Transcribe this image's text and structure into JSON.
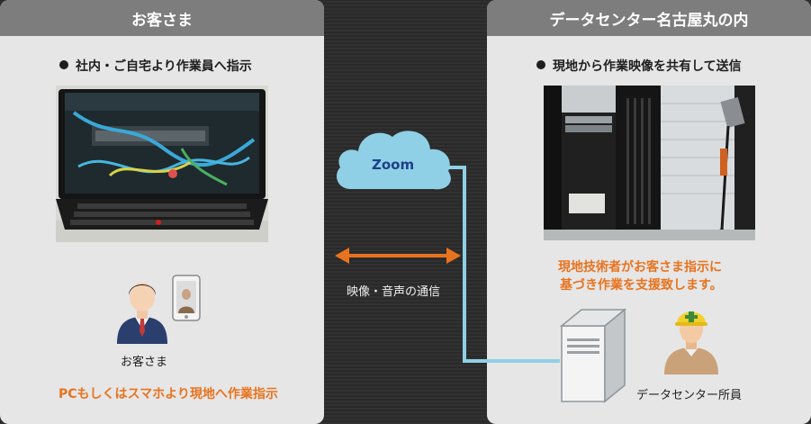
{
  "left_panel": {
    "title": "お客さま",
    "bullet": "社内・ご自宅より作業員へ指示",
    "person_label": "お客さま",
    "footer": "PCもしくはスマホより現地へ作業指示"
  },
  "right_panel": {
    "title": "データセンター名古屋丸の内",
    "bullet": "現地から作業映像を共有して送信",
    "instruction_line1": "現地技術者がお客さま指示に",
    "instruction_line2": "基づき作業を支援致します。",
    "worker_label": "データセンター所員"
  },
  "center": {
    "cloud_label": "Zoom",
    "comm_label": "映像・音声の通信"
  },
  "colors": {
    "accent_orange": "#e8731e",
    "cloud_blue": "#8fd0e6",
    "connector_blue": "#8fd0e6",
    "zoom_text": "#1f3f8a",
    "header_gray": "#7d7d7d"
  }
}
